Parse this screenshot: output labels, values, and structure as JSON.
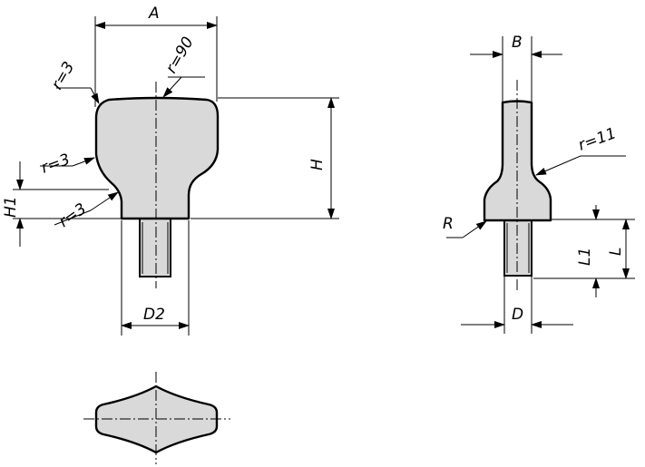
{
  "labels": {
    "A": "A",
    "r3_top": "r=3",
    "r90": "r=90",
    "H": "H",
    "r3_mid": "r=3",
    "r3_low": "r=3",
    "H1": "H1",
    "D2": "D2",
    "B": "B",
    "r11": "r=11",
    "R": "R",
    "L1": "L1",
    "L": "L",
    "D": "D"
  }
}
